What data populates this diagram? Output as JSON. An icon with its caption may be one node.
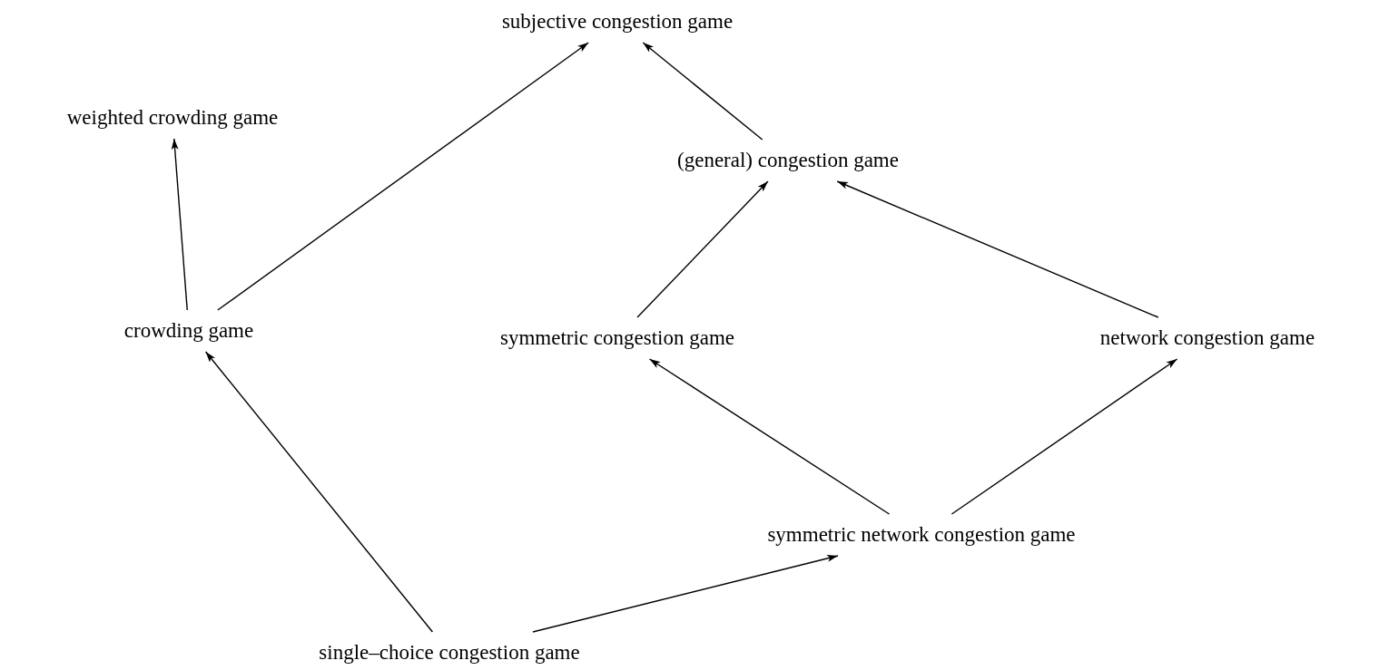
{
  "diagram": {
    "nodes": [
      {
        "text": [
          "subjective congestion game"
        ]
      },
      {
        "text": [
          "weighted crowding game"
        ]
      },
      {
        "text": [
          "(general) congestion game"
        ]
      },
      {
        "text": [
          "crowding game"
        ]
      },
      {
        "text": [
          "symmetric congestion game"
        ]
      },
      {
        "text": [
          "network congestion game"
        ]
      },
      {
        "text": [
          "symmetric network congestion game"
        ]
      },
      {
        "text": [
          "single–choice congestion game"
        ]
      }
    ],
    "edges": [
      {
        "from": 3,
        "to": 1,
        "arrow": "to"
      },
      {
        "from": 3,
        "to": 0,
        "arrow": "to"
      },
      {
        "from": 2,
        "to": 0,
        "arrow": "to"
      },
      {
        "from": 4,
        "to": 2,
        "arrow": "to"
      },
      {
        "from": 5,
        "to": 2,
        "arrow": "to"
      },
      {
        "from": 6,
        "to": 4,
        "arrow": "to"
      },
      {
        "from": 6,
        "to": 5,
        "arrow": "to"
      },
      {
        "from": 7,
        "to": 3,
        "arrow": "to"
      },
      {
        "from": 7,
        "to": 6,
        "arrow": "to"
      }
    ]
  }
}
